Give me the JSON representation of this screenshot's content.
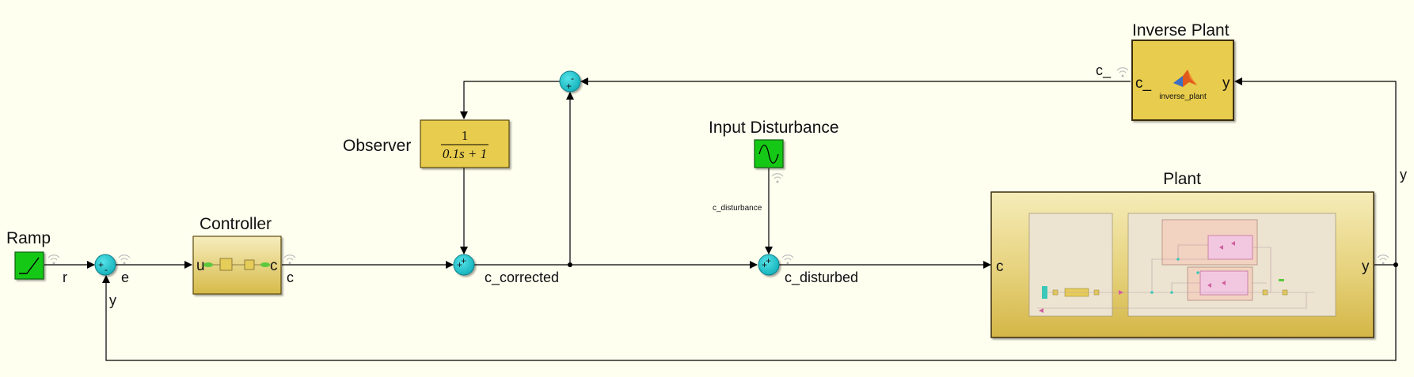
{
  "blocks": {
    "ramp": {
      "title": "Ramp"
    },
    "controller": {
      "title": "Controller",
      "in_port": "u",
      "out_port": "c"
    },
    "observer": {
      "title": "Observer",
      "numerator": "1",
      "denominator": "0.1s + 1"
    },
    "inverse_plant": {
      "title": "Inverse Plant",
      "in_port": "c_",
      "out_port": "y",
      "function_name": "inverse_plant"
    },
    "input_disturbance": {
      "title": "Input Disturbance"
    },
    "plant": {
      "title": "Plant",
      "in_port": "c",
      "out_port": "y"
    },
    "sum1": {
      "signs": [
        "+",
        "-"
      ]
    },
    "sum2": {
      "signs": [
        "+",
        "+"
      ]
    },
    "sum3": {
      "signs": [
        "+",
        "+"
      ]
    },
    "sum4": {
      "signs": [
        "+",
        "-"
      ]
    }
  },
  "signals": {
    "r": "r",
    "e": "e",
    "c": "c",
    "c_corrected": "c_corrected",
    "c_disturbed": "c_disturbed",
    "c_disturbance": "c_disturbance",
    "y_feedback": "y",
    "y_output": "y",
    "c_inverse": "c_"
  },
  "colors": {
    "background": "#fffff0",
    "block_fill": "#e8cc4e",
    "subsystem_gradient_top": "#f4eab4",
    "subsystem_gradient_bottom": "#d8bc4a",
    "source_fill": "#14c814",
    "sum_fill": "#22c8d0",
    "wire": "#000000"
  }
}
